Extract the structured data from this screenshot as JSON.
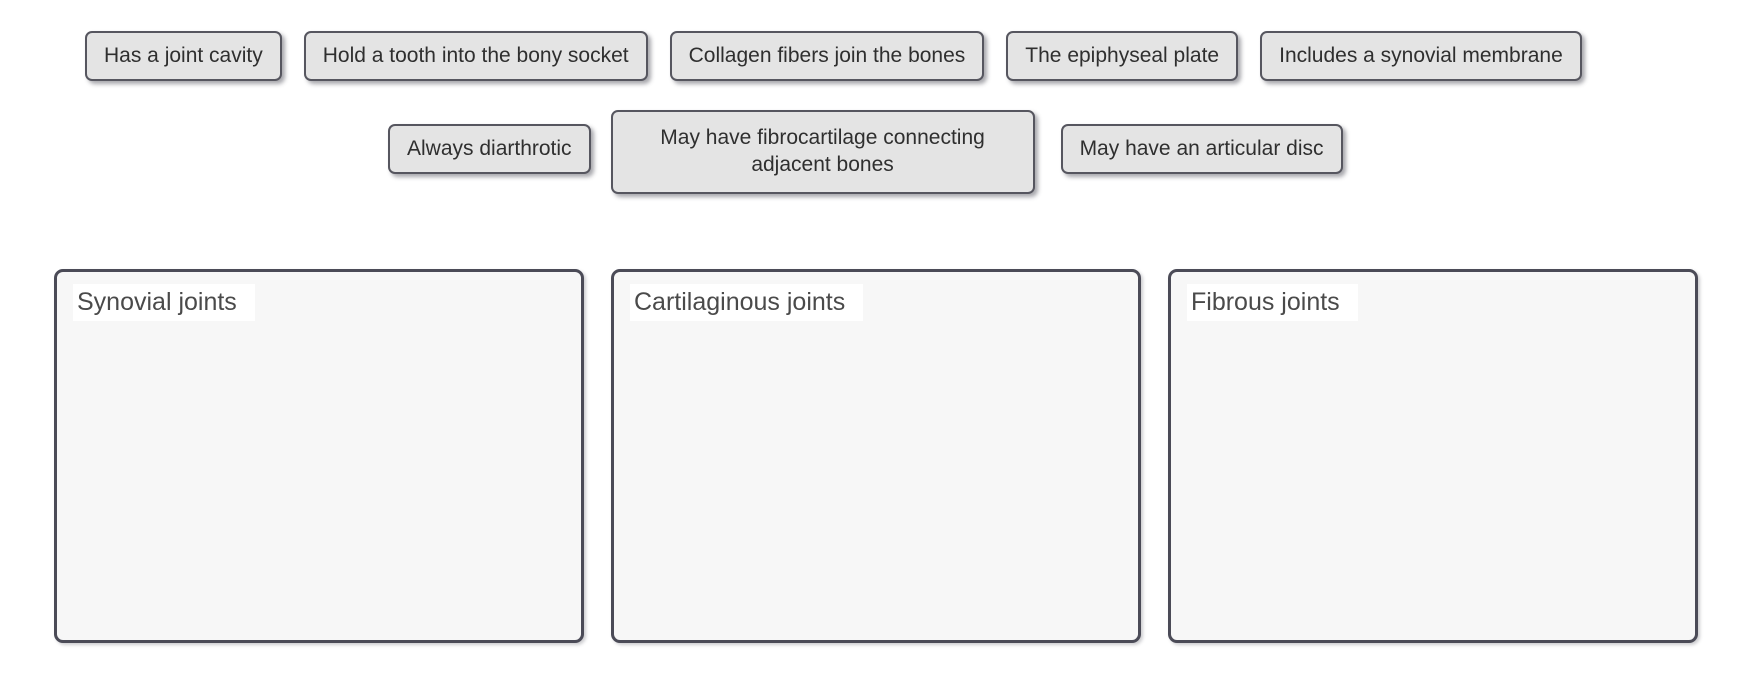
{
  "activity": {
    "type": "drag-and-drop-categorization",
    "background_color": "#ffffff"
  },
  "tiles": {
    "row1": [
      {
        "id": "tile-has-a-joint-cavity",
        "label": "Has a joint cavity"
      },
      {
        "id": "tile-hold-a-tooth-into-the-bony-socket",
        "label": "Hold a tooth into the bony socket"
      },
      {
        "id": "tile-collagen-fibers-join-the-bones",
        "label": "Collagen fibers join the bones"
      },
      {
        "id": "tile-the-epiphyseal-plate",
        "label": "The epiphyseal plate"
      },
      {
        "id": "tile-includes-a-synovial-membrane",
        "label": "Includes a synovial membrane"
      }
    ],
    "row2": [
      {
        "id": "tile-always-diarthrotic",
        "label": "Always diarthrotic"
      },
      {
        "id": "tile-may-have-fibrocartilage-connecting-adjacent-bones",
        "label": "May have fibrocartilage connecting\nadjacent bones"
      },
      {
        "id": "tile-may-have-an-articular-disc",
        "label": "May have an articular disc"
      }
    ]
  },
  "dropzones": [
    {
      "id": "dropzone-synovial-joints",
      "label": "Synovial joints",
      "items": []
    },
    {
      "id": "dropzone-cartilaginous-joints",
      "label": "Cartilaginous joints",
      "items": []
    },
    {
      "id": "dropzone-fibrous-joints",
      "label": "Fibrous joints",
      "items": []
    }
  ],
  "colors": {
    "tile_fill": "#e4e4e4",
    "tile_border": "#56565f",
    "tile_text": "#2f2f2f",
    "dropzone_fill": "#f7f7f7",
    "dropzone_border": "#4b4b57",
    "dropzone_label_text": "#4a4a4a",
    "dropzone_label_fill": "#ffffff",
    "page_background": "#ffffff"
  }
}
